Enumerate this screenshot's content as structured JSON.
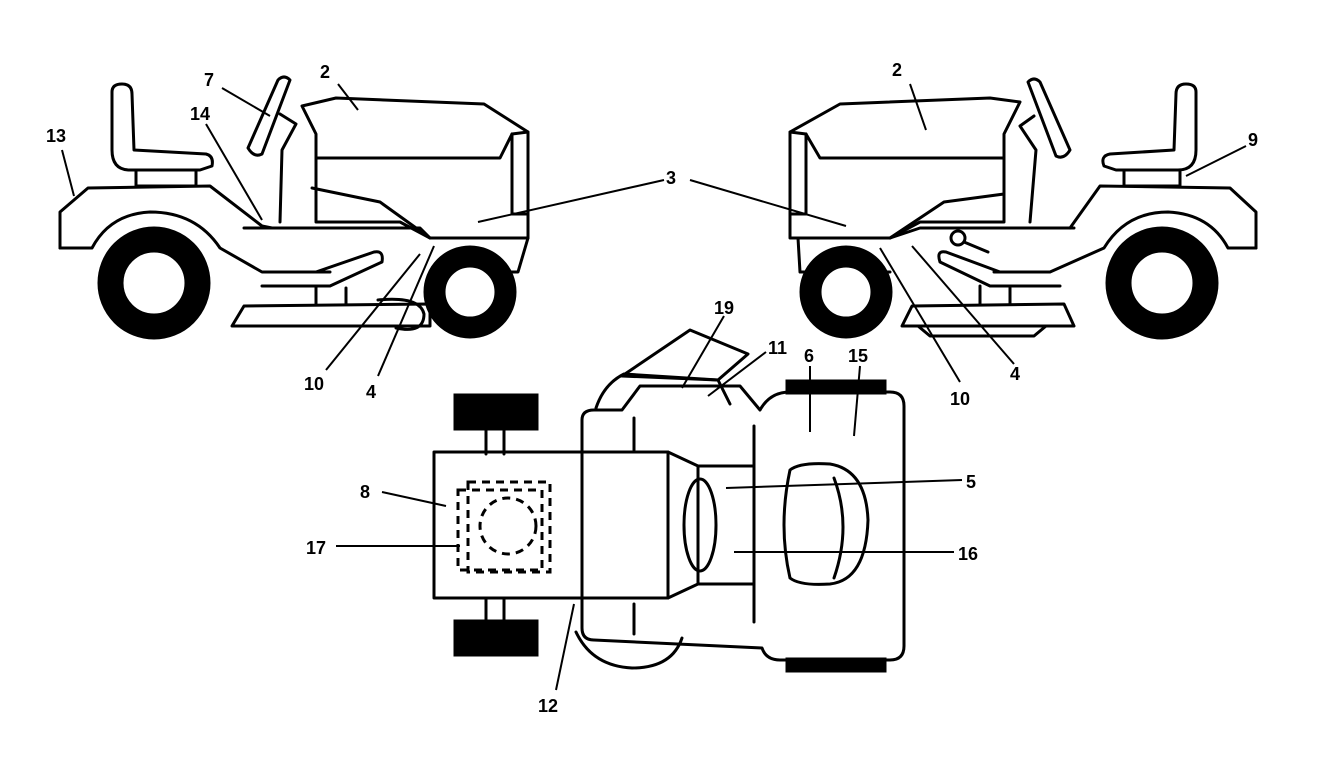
{
  "diagram": {
    "callouts": {
      "left_view": [
        "2",
        "7",
        "13",
        "14",
        "3",
        "10",
        "4"
      ],
      "right_view": [
        "2",
        "9",
        "3",
        "10",
        "4"
      ],
      "top_view": [
        "19",
        "11",
        "6",
        "15",
        "5",
        "16",
        "8",
        "17",
        "12"
      ]
    }
  }
}
